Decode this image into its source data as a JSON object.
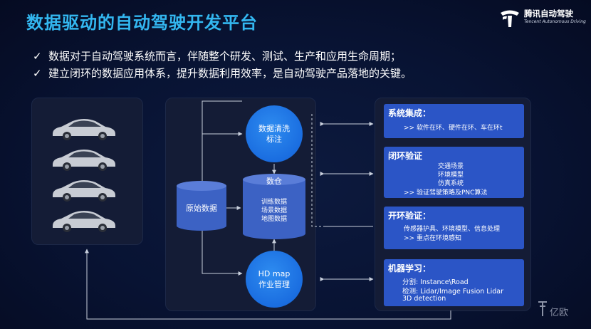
{
  "header": {
    "title": "数据驱动的自动驾驶开发平台"
  },
  "logo": {
    "name": "腾讯自动驾驶",
    "subtitle": "Tencent Autonomous Driving"
  },
  "bullets": [
    {
      "check": "✓",
      "text": "数据对于自动驾驶系统而言，伴随整个研发、测试、生产和应用生命周期；"
    },
    {
      "check": "✓",
      "text": "建立闭环的数据应用体系，提升数据利用效率，是自动驾驶产品落地的关键。"
    }
  ],
  "flow": {
    "raw_data": "原始数据",
    "cleaning": [
      "数据清洗",
      "标注"
    ],
    "warehouse_title": "数仓",
    "warehouse_items": [
      "训练数据",
      "场景数据",
      "地图数据"
    ],
    "hdmap": [
      "HD map",
      "作业管理"
    ]
  },
  "right_boxes": [
    {
      "title": "系统集成：",
      "lines": [
        ">> 软件在环、硬件在环、车在环t"
      ]
    },
    {
      "title": "闭环验证",
      "lines": [
        "交通场景",
        "环境模型",
        "仿真系统",
        ">> 验证驾驶策略及PNC算法"
      ]
    },
    {
      "title": "开环验证：",
      "lines": [
        "传感器护具、环境模型、信息处理",
        ">> 重点在环境感知"
      ]
    },
    {
      "title": "机器学习：",
      "lines": [
        "分割: Instance\\Road",
        "检测: Lidar/Image Fusion Lidar",
        "3D detection"
      ]
    }
  ],
  "watermark": "亿欧",
  "colors": {
    "title": "#33b7f0",
    "accent_blue": "#2b55c6",
    "circle_blue": "#1a6de0",
    "cylinder_blue": "#3c62c4",
    "background": "#081333"
  },
  "icons": {
    "car": "car-image",
    "check": "check-icon",
    "logo": "tencent-logo-icon"
  }
}
